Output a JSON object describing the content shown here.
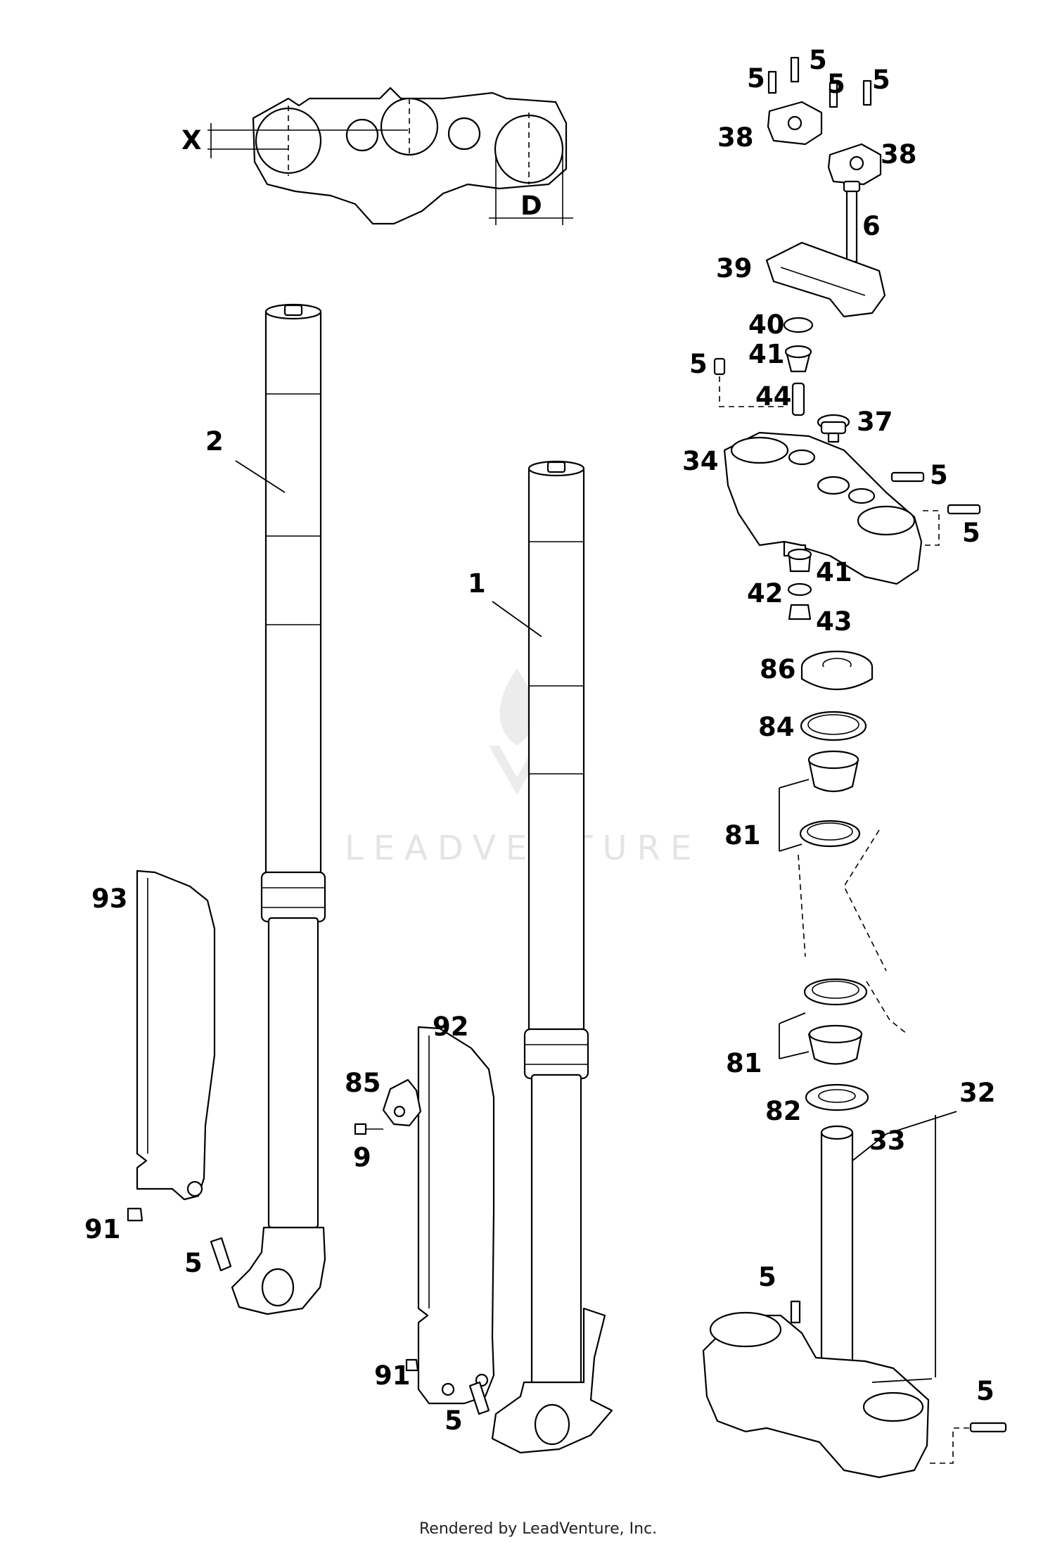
{
  "watermark": {
    "text": "LEADVENTURE",
    "mark": "flame-logo"
  },
  "footer": {
    "text": "Rendered by LeadVenture, Inc."
  },
  "dimensions": {
    "offset": "X",
    "diameter": "D"
  },
  "callouts": [
    {
      "id": "lbl-5-a",
      "text": "5"
    },
    {
      "id": "lbl-5-b",
      "text": "5"
    },
    {
      "id": "lbl-5-c",
      "text": "5"
    },
    {
      "id": "lbl-5-d",
      "text": "5"
    },
    {
      "id": "lbl-38-a",
      "text": "38"
    },
    {
      "id": "lbl-38-b",
      "text": "38"
    },
    {
      "id": "lbl-6",
      "text": "6"
    },
    {
      "id": "lbl-39",
      "text": "39"
    },
    {
      "id": "lbl-40",
      "text": "40"
    },
    {
      "id": "lbl-41-a",
      "text": "41"
    },
    {
      "id": "lbl-5-e",
      "text": "5"
    },
    {
      "id": "lbl-44",
      "text": "44"
    },
    {
      "id": "lbl-37",
      "text": "37"
    },
    {
      "id": "lbl-34",
      "text": "34"
    },
    {
      "id": "lbl-5-f",
      "text": "5"
    },
    {
      "id": "lbl-5-g",
      "text": "5"
    },
    {
      "id": "lbl-41-b",
      "text": "41"
    },
    {
      "id": "lbl-42",
      "text": "42"
    },
    {
      "id": "lbl-43",
      "text": "43"
    },
    {
      "id": "lbl-86",
      "text": "86"
    },
    {
      "id": "lbl-84",
      "text": "84"
    },
    {
      "id": "lbl-81-a",
      "text": "81"
    },
    {
      "id": "lbl-81-b",
      "text": "81"
    },
    {
      "id": "lbl-82",
      "text": "82"
    },
    {
      "id": "lbl-32",
      "text": "32"
    },
    {
      "id": "lbl-33",
      "text": "33"
    },
    {
      "id": "lbl-5-h",
      "text": "5"
    },
    {
      "id": "lbl-5-i",
      "text": "5"
    },
    {
      "id": "lbl-2",
      "text": "2"
    },
    {
      "id": "lbl-1",
      "text": "1"
    },
    {
      "id": "lbl-93",
      "text": "93"
    },
    {
      "id": "lbl-92",
      "text": "92"
    },
    {
      "id": "lbl-85",
      "text": "85"
    },
    {
      "id": "lbl-9",
      "text": "9"
    },
    {
      "id": "lbl-91-a",
      "text": "91"
    },
    {
      "id": "lbl-5-j",
      "text": "5"
    },
    {
      "id": "lbl-91-b",
      "text": "91"
    },
    {
      "id": "lbl-5-k",
      "text": "5"
    }
  ]
}
